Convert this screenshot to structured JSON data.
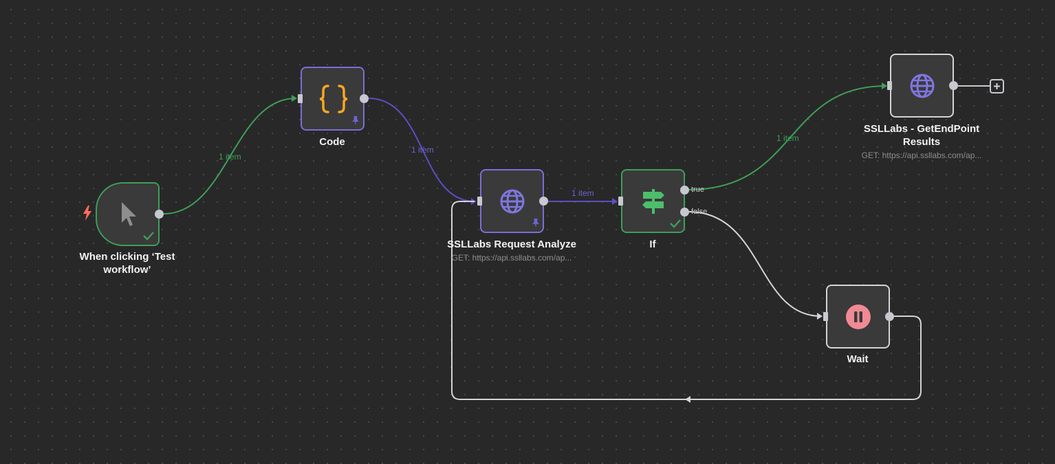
{
  "nodes": {
    "trigger": {
      "label": "When clicking ‘Test workflow’",
      "icon": "cursor-icon",
      "status": "success"
    },
    "code": {
      "label": "Code",
      "icon": "code-braces-icon",
      "pinned": true
    },
    "analyze": {
      "label": "SSLLabs Request Analyze",
      "subtitle": "GET: https://api.ssllabs.com/ap...",
      "icon": "globe-icon",
      "pinned": true
    },
    "if": {
      "label": "If",
      "icon": "signpost-icon",
      "status": "success",
      "true_label": "true",
      "false_label": "false"
    },
    "getendpoint": {
      "label": "SSLLabs - GetEndPoint Results",
      "subtitle": "GET: https://api.ssllabs.com/ap...",
      "icon": "globe-icon"
    },
    "wait": {
      "label": "Wait",
      "icon": "pause-icon"
    }
  },
  "edges": {
    "trigger_to_code": "1 item",
    "code_to_analyze": "1 item",
    "analyze_to_if": "1 item",
    "if_true_to_getendpoint": "1 item"
  },
  "colors": {
    "canvas": "#282828",
    "node_bg": "#3a3a3a",
    "node_border": "#d4d4d8",
    "success": "#3f9e5a",
    "pinned": "#7a6fd6",
    "code_icon": "#f5a623",
    "globe_icon": "#7f76e0",
    "if_icon": "#4cbe6c",
    "wait_icon": "#f08a94",
    "trigger_bolt": "#ff6d5a"
  }
}
